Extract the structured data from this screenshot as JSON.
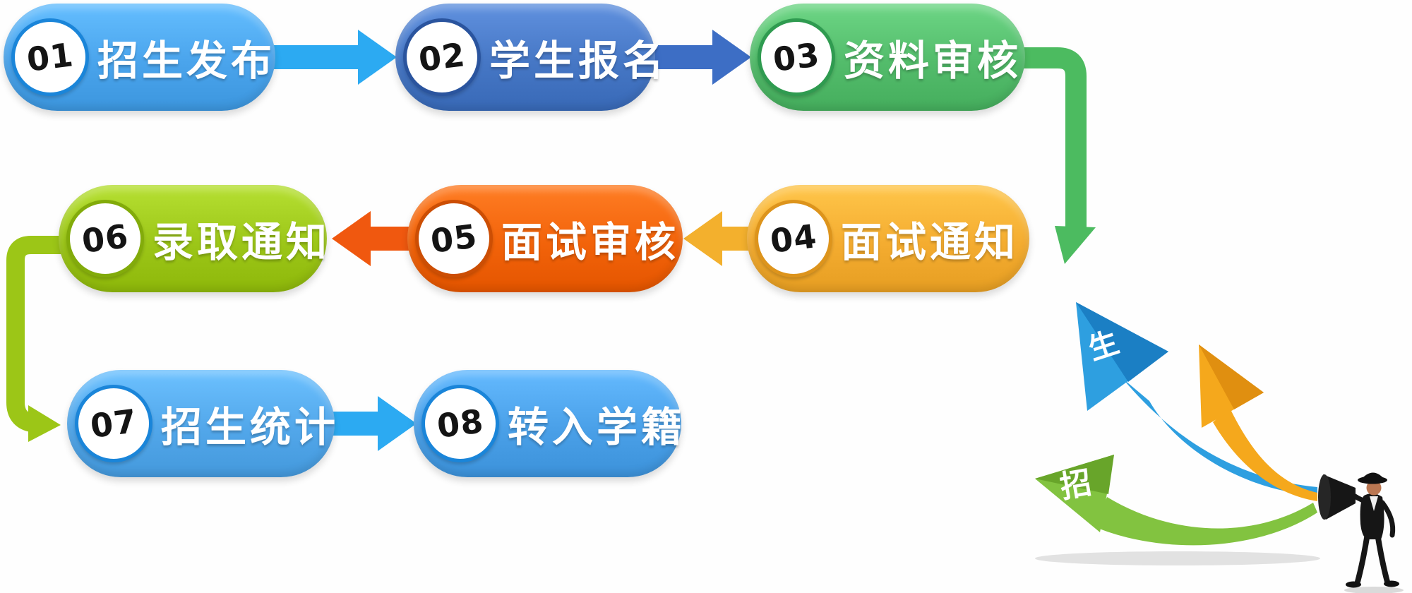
{
  "steps": [
    {
      "number": "01",
      "label": "招生发布",
      "color": "#4aa4ec",
      "ring": "#1a85d9"
    },
    {
      "number": "02",
      "label": "学生报名",
      "color": "#4677c5",
      "ring": "#2a549e"
    },
    {
      "number": "03",
      "label": "资料审核",
      "color": "#53bc6b",
      "ring": "#2f9b50"
    },
    {
      "number": "04",
      "label": "面试通知",
      "color": "#f4ac30",
      "ring": "#dd941c"
    },
    {
      "number": "05",
      "label": "面试审核",
      "color": "#f2630a",
      "ring": "#cc4e04"
    },
    {
      "number": "06",
      "label": "录取通知",
      "color": "#9cc618",
      "ring": "#82ab0a"
    },
    {
      "number": "07",
      "label": "招生统计",
      "color": "#52a7ea",
      "ring": "#1a85d9"
    },
    {
      "number": "08",
      "label": "转入学籍",
      "color": "#4aa0e8",
      "ring": "#1a85d9"
    }
  ],
  "arrows": {
    "step1_to_step2": {
      "color": "#2caaf2",
      "direction": "right"
    },
    "step2_to_step3": {
      "color": "#3d6ec5",
      "direction": "right"
    },
    "step3_to_step4_connector": {
      "color": "#4cbb60",
      "direction": "elbow-down-left"
    },
    "step4_to_step5": {
      "color": "#f3b02d",
      "direction": "left"
    },
    "step5_to_step6": {
      "color": "#f0580f",
      "direction": "left"
    },
    "step6_to_step7_connector": {
      "color": "#9cc617",
      "direction": "elbow-down-right"
    },
    "step7_to_step8": {
      "color": "#2caaf2",
      "direction": "right"
    }
  },
  "illustration": {
    "blue_arrow_label": "生",
    "green_arrow_label": "招",
    "blue": "#2e9fe0",
    "blue_dark": "#1b7fc4",
    "yellow": "#f5a81c",
    "yellow_dark": "#e08f10",
    "green": "#82c340",
    "green_dark": "#68a52a",
    "man_suit": "#161616",
    "man_skin": "#bb7752",
    "shadow": "#cbcbcb"
  }
}
